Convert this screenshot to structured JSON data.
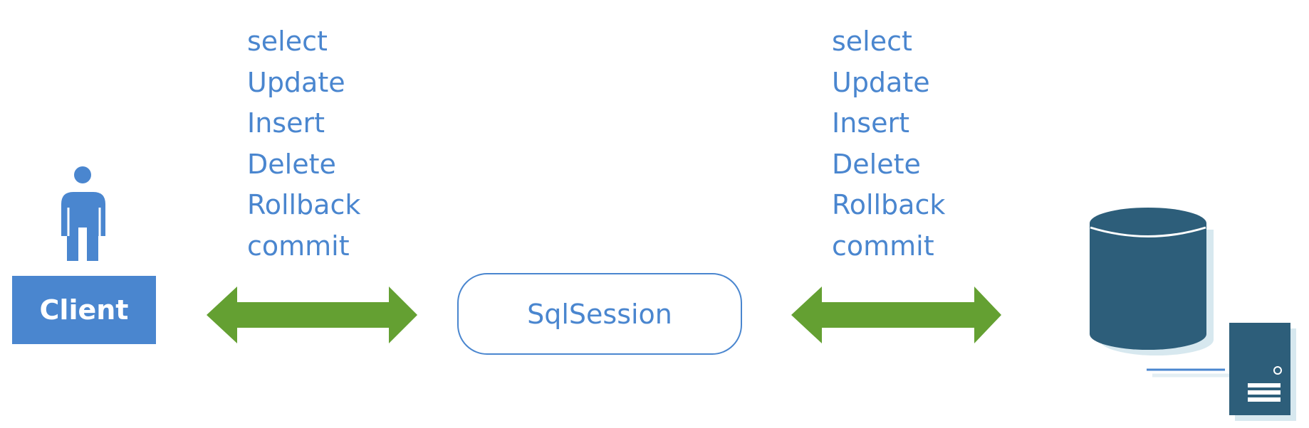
{
  "left_operations": [
    "select",
    "Update",
    "Insert",
    "Delete",
    "Rollback",
    "commit"
  ],
  "right_operations": [
    "select",
    "Update",
    "Insert",
    "Delete",
    "Rollback",
    "commit"
  ],
  "client": {
    "label": "Client",
    "icon": "person-icon"
  },
  "session": {
    "label": "SqlSession"
  },
  "database": {
    "icon": "database-server-icon"
  },
  "colors": {
    "accent_blue": "#4a86cf",
    "arrow_green": "#64a032",
    "database_dark": "#2d5e7a",
    "server_shadow": "#d7e8ef"
  }
}
